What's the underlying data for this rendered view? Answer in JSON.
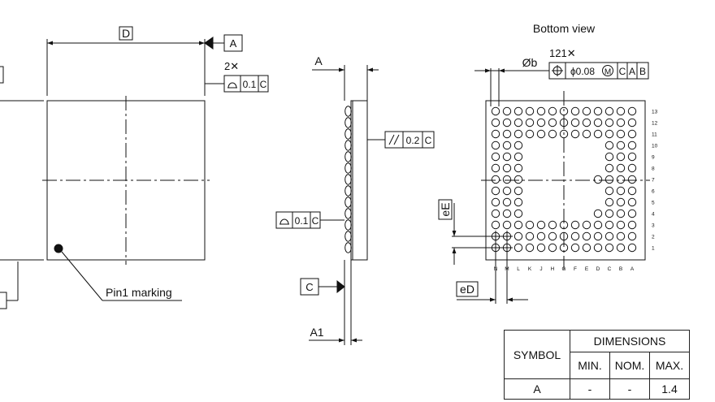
{
  "labels": {
    "bottom_view": "Bottom view",
    "pin1_marking": "Pin1 marking",
    "dim_D": "D",
    "dim_A": "A",
    "dim_A1": "A1",
    "dim_b": "Øb",
    "dim_eE": "eE",
    "dim_eD": "eD",
    "balls_count": "121✕",
    "flatness_count": "2✕"
  },
  "datums": {
    "A": "A",
    "C": "C"
  },
  "tolerances": {
    "flatness": "0.1",
    "flatness_ref": "C",
    "parallelism": "0.2",
    "parallelism_ref": "C",
    "position_value": "ϕ0.08",
    "position_mod": "M",
    "position_refs": [
      "C",
      "A",
      "B"
    ]
  },
  "grid": {
    "row_labels": [
      "13",
      "12",
      "11",
      "10",
      "9",
      "8",
      "7",
      "6",
      "5",
      "4",
      "3",
      "2",
      "1"
    ],
    "col_labels": [
      "N",
      "M",
      "L",
      "K",
      "J",
      "H",
      "G",
      "F",
      "E",
      "D",
      "C",
      "B",
      "A"
    ]
  },
  "table": {
    "symbol_header": "SYMBOL",
    "dimensions_header": "DIMENSIONS",
    "col_headers": [
      "MIN.",
      "NOM.",
      "MAX."
    ],
    "rows": [
      {
        "symbol": "A",
        "min": "-",
        "nom": "-",
        "max": "1.4"
      }
    ]
  }
}
